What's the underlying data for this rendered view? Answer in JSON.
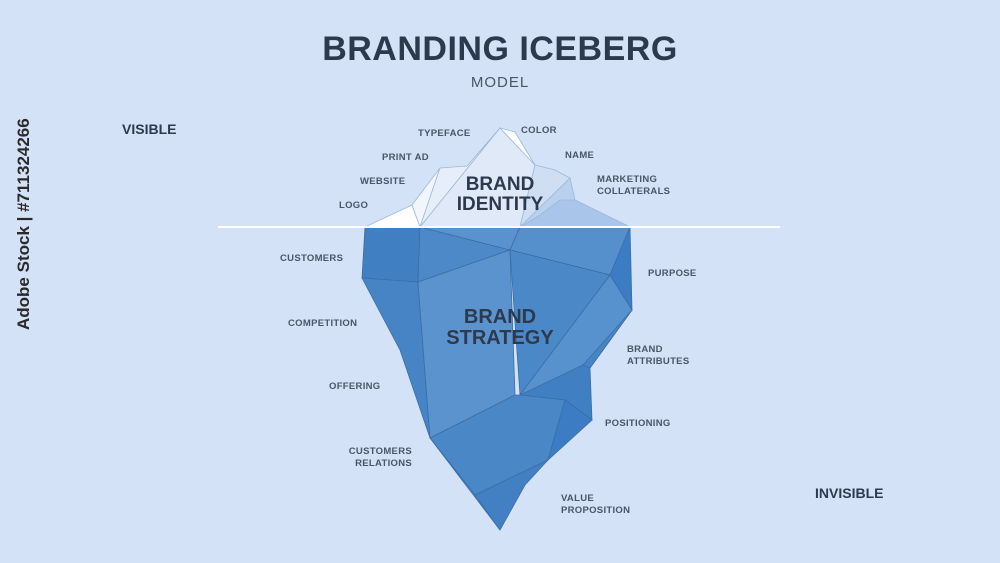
{
  "header": {
    "title": "BRANDING ICEBERG",
    "subtitle": "MODEL"
  },
  "zones": {
    "visible": "VISIBLE",
    "invisible": "INVISIBLE"
  },
  "iceberg": {
    "tip": {
      "line1": "BRAND",
      "line2": "IDENTITY"
    },
    "base": {
      "line1": "BRAND",
      "line2": "STRATEGY"
    },
    "colors": {
      "water_line": "#ffffff",
      "tip": "#e8f0fa",
      "base": "#4a86c5"
    }
  },
  "visible_items": {
    "logo": "LOGO",
    "website": "WEBSITE",
    "print_ad": "PRINT AD",
    "typeface": "TYPEFACE",
    "color": "COLOR",
    "name": "NAME",
    "marketing_1": "MARKETING",
    "marketing_2": "COLLATERALS"
  },
  "invisible_items": {
    "customers": "CUSTOMERS",
    "competition": "COMPETITION",
    "offering": "OFFERING",
    "relations_1": "CUSTOMERS",
    "relations_2": "RELATIONS",
    "purpose": "PURPOSE",
    "attributes_1": "BRAND",
    "attributes_2": "ATTRIBUTES",
    "positioning": "POSITIONING",
    "value_1": "VALUE",
    "value_2": "PROPOSITION"
  },
  "watermark": "Adobe Stock | #711324266"
}
